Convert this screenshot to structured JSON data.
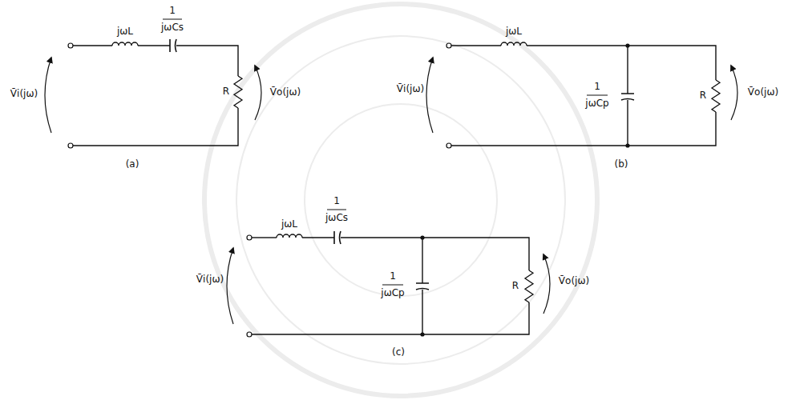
{
  "diagram": {
    "labels": [
      "jωL",
      "1",
      "jωCs",
      "V̄i(jω)",
      "R",
      "V̄o(jω)",
      "(a)",
      "jωL",
      "V̄i(jω)",
      "1",
      "jωCp",
      "R",
      "V̄o(jω)",
      "(b)",
      "jωL",
      "1",
      "jωCs",
      "V̄i(jω)",
      "1",
      "jωCp",
      "R",
      "V̄o(jω)",
      "(c)"
    ]
  }
}
